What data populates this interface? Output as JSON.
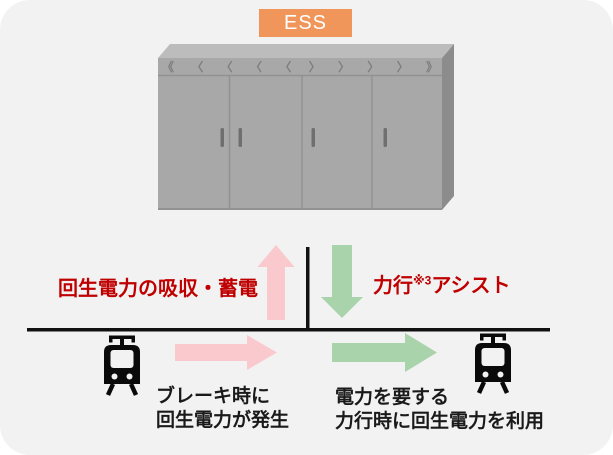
{
  "colors": {
    "panel_bg": "#F2F2F2",
    "ess_orange": "#F0965A",
    "red_text": "#C00000",
    "pink_arrow": "#FAC9CD",
    "green_arrow": "#A8D3AB",
    "line_black": "#111111",
    "train_black": "#0a0a0a",
    "cabinet_front": "#A8A8A8",
    "cabinet_top": "#BCBCBC",
    "cabinet_side": "#8C8C8C",
    "cabinet_edge": "#929292",
    "vent_gray": "#7d7d7d",
    "handle_gray": "#6F6F6F"
  },
  "ess": {
    "label": "ESS"
  },
  "cabinet": {
    "vents": "《〈〈〈〈〉〉〉〉》"
  },
  "flows": {
    "absorb": {
      "label": "回生電力の吸収・蓄電"
    },
    "assist": {
      "pre": "力行",
      "sup": "※3",
      "post": "アシスト"
    },
    "brake": {
      "line1": "ブレーキ時に",
      "line2": "回生電力が発生"
    },
    "powering": {
      "line1": "電力を要する",
      "line2": "力行時に回生電力を利用"
    }
  }
}
